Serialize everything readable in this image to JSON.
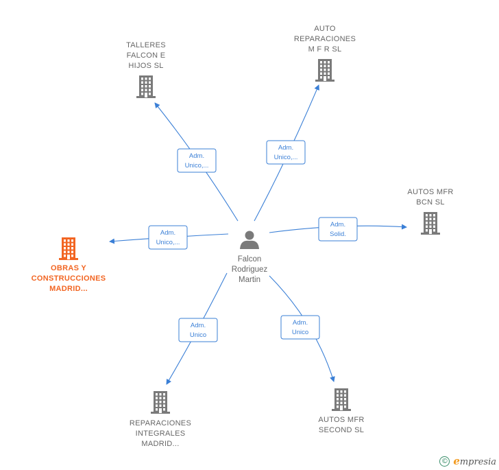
{
  "colors": {
    "edge": "#3a7fd6",
    "badge_text": "#3a7fd6",
    "node_gray": "#7a7a7a",
    "node_highlight": "#f26522",
    "label_gray": "#666666"
  },
  "center": {
    "icon": "person-icon",
    "name_lines": [
      "Falcon",
      "Rodriguez",
      "Martin"
    ]
  },
  "companies": [
    {
      "id": "talleres",
      "lines": [
        "TALLERES",
        "FALCON E",
        "HIJOS  SL"
      ],
      "icon": "building-icon",
      "highlight": false
    },
    {
      "id": "auto-reparaciones",
      "lines": [
        "AUTO",
        "REPARACIONES",
        "M F R  SL"
      ],
      "icon": "building-icon",
      "highlight": false
    },
    {
      "id": "autos-mfr-bcn",
      "lines": [
        "AUTOS MFR",
        "BCN  SL"
      ],
      "icon": "building-icon",
      "highlight": false
    },
    {
      "id": "obras",
      "lines": [
        "OBRAS Y",
        "CONSTRUCCIONES",
        "MADRID..."
      ],
      "icon": "building-icon",
      "highlight": true
    },
    {
      "id": "reparaciones-integrales",
      "lines": [
        "REPARACIONES",
        "INTEGRALES",
        "MADRID..."
      ],
      "icon": "building-icon",
      "highlight": false
    },
    {
      "id": "autos-mfr-second",
      "lines": [
        "AUTOS MFR",
        "SECOND  SL"
      ],
      "icon": "building-icon",
      "highlight": false
    }
  ],
  "relations": [
    {
      "to": "talleres",
      "lines": [
        "Adm.",
        "Unico,..."
      ]
    },
    {
      "to": "auto-reparaciones",
      "lines": [
        "Adm.",
        "Unico,..."
      ]
    },
    {
      "to": "autos-mfr-bcn",
      "lines": [
        "Adm.",
        "Solid."
      ]
    },
    {
      "to": "obras",
      "lines": [
        "Adm.",
        "Unico,..."
      ]
    },
    {
      "to": "reparaciones-integrales",
      "lines": [
        "Adm.",
        "Unico"
      ]
    },
    {
      "to": "autos-mfr-second",
      "lines": [
        "Adm.",
        "Unico"
      ]
    }
  ],
  "footer": {
    "copyright_symbol": "©",
    "brand_initial": "e",
    "brand_rest": "mpresia"
  }
}
